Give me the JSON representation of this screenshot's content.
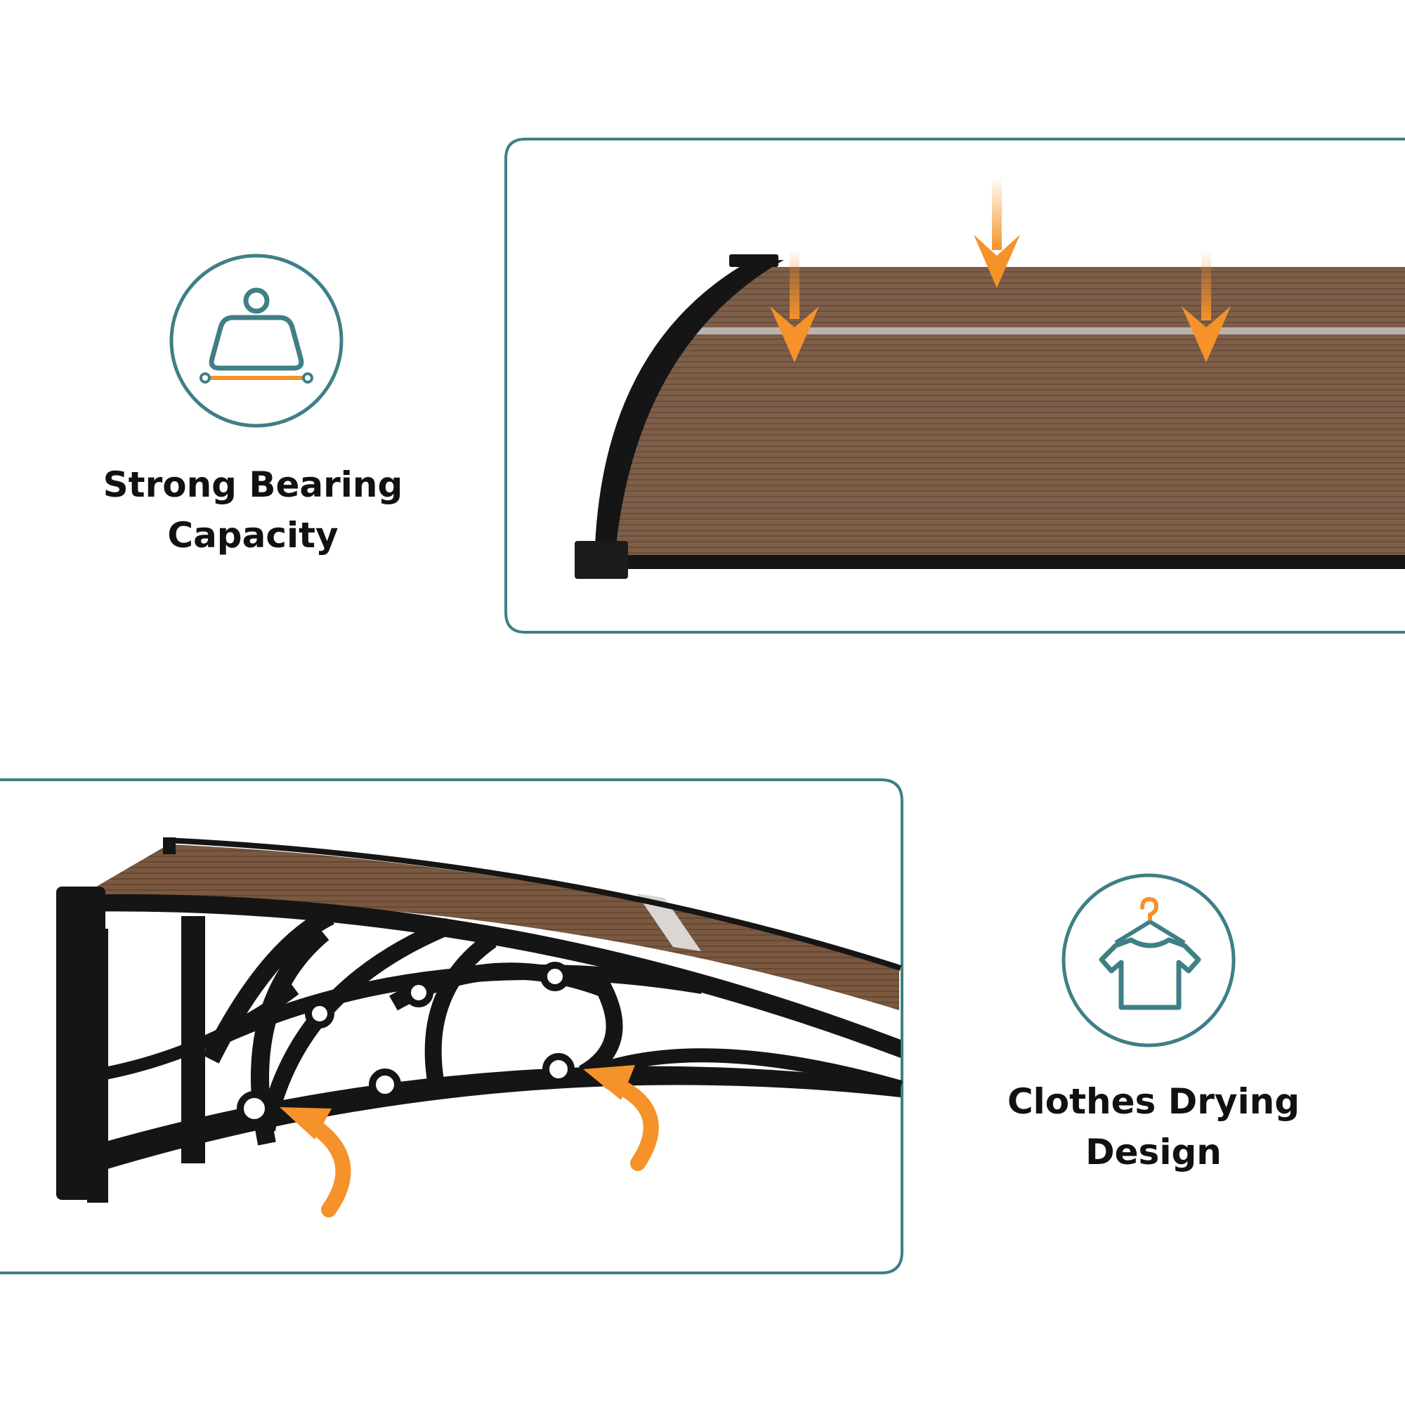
{
  "theme": {
    "accent": "#3f7f86",
    "highlight": "#f5922a",
    "panel_brown": "#7a5a45",
    "frame": "#111111"
  },
  "features": [
    {
      "icon": "weight-bearing-icon",
      "title_line1": "Strong Bearing",
      "title_line2": "Capacity"
    },
    {
      "icon": "shirt-hanger-icon",
      "title_line1": "Clothes Drying",
      "title_line2": "Design"
    }
  ],
  "photos": [
    {
      "subject": "awning-top-view",
      "markers": "three-down-arrows"
    },
    {
      "subject": "awning-bracket-view",
      "markers": "two-curved-arrows-to-holes"
    }
  ]
}
